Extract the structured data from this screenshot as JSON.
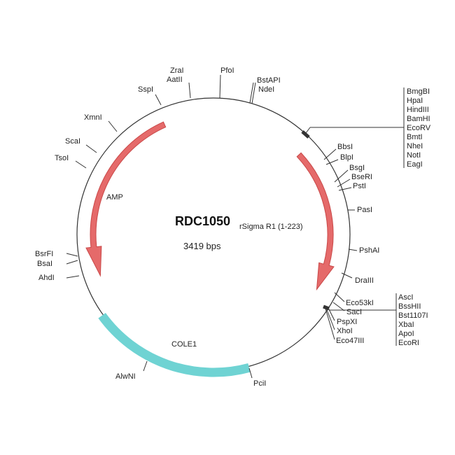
{
  "plasmid": {
    "name": "RDC1050",
    "insert": "rSigma R1 (1-223)",
    "size": "3419 bps"
  },
  "features": {
    "amp": "AMP",
    "cole1": "COLE1"
  },
  "colors": {
    "amp": "#e56a6a",
    "amp_stroke": "#c94848",
    "cole1": "#6fd3d3",
    "backbone": "#333333"
  },
  "sites": {
    "zrai": "ZraI",
    "aatii": "AatII",
    "pfoi": "PfoI",
    "bstapi": "BstAPI",
    "ndei": "NdeI",
    "sspi": "SspI",
    "xmni": "XmnI",
    "scai": "ScaI",
    "tsoi": "TsoI",
    "bsrfi": "BsrFI",
    "bsai": "BsaI",
    "ahdi": "AhdI",
    "alwni": "AlwNI",
    "pcii": "PciI",
    "bbsi": "BbsI",
    "blpi": "BlpI",
    "bsgi": "BsgI",
    "bseri": "BseRI",
    "psti": "PstI",
    "pasi": "PasI",
    "pshai": "PshAI",
    "draiii": "DraIII",
    "eco53ki": "Eco53kI",
    "saci": "SacI",
    "pspxi": "PspXI",
    "xhoi": "XhoI",
    "eco47iii": "Eco47III"
  },
  "mcs_top": [
    "BmgBI",
    "HpaI",
    "HindIII",
    "BamHI",
    "EcoRV",
    "BmtI",
    "NheI",
    "NotI",
    "EagI"
  ],
  "mcs_bottom": [
    "AscI",
    "BssHII",
    "Bst1107I",
    "XbaI",
    "ApoI",
    "EcoRI"
  ]
}
